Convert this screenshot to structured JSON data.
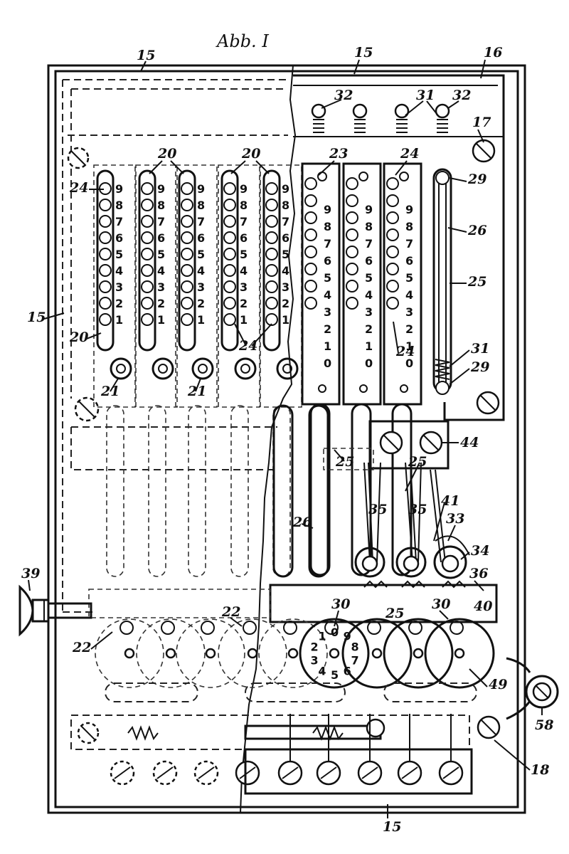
{
  "figure": {
    "title": "Abb. I",
    "reference_numerals": {
      "n15": "15",
      "n16": "16",
      "n17": "17",
      "n18": "18",
      "n20": "20",
      "n21": "21",
      "n22": "22",
      "n23": "23",
      "n24": "24",
      "n25": "25",
      "n26": "26",
      "n29": "29",
      "n30": "30",
      "n31": "31",
      "n32": "32",
      "n33": "33",
      "n34": "34",
      "n35": "35",
      "n36": "36",
      "n39": "39",
      "n40": "40",
      "n41": "41",
      "n44": "44",
      "n49": "49",
      "n58": "58"
    },
    "left_slot_digits": [
      "9",
      "8",
      "7",
      "6",
      "5",
      "4",
      "3",
      "2",
      "1"
    ],
    "right_slot_digits": [
      "9",
      "8",
      "7",
      "6",
      "5",
      "4",
      "3",
      "2",
      "1",
      "0"
    ],
    "wheel_digits": [
      "0",
      "9",
      "8",
      "7",
      "6",
      "5",
      "4",
      "3",
      "2",
      "1"
    ]
  }
}
